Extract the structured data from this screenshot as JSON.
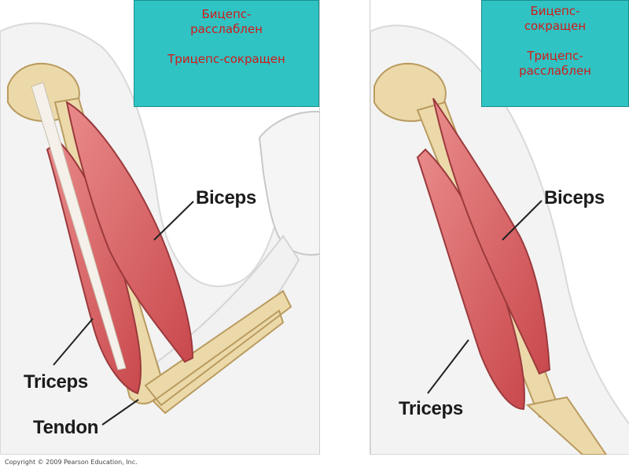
{
  "left_panel": {
    "caption": {
      "line1": "Бицепс-",
      "line2": "расслаблен",
      "line3": "Трицепс-сокращен"
    },
    "labels": {
      "biceps": "Biceps",
      "triceps": "Triceps",
      "tendon": "Tendon"
    }
  },
  "right_panel": {
    "caption": {
      "line1": "Бицепс-",
      "line2": "сокращен",
      "line3": "Трицепс-",
      "line4": "расслаблен"
    },
    "labels": {
      "biceps": "Biceps",
      "triceps": "Triceps"
    }
  },
  "copyright": "Copyright © 2009 Pearson Education, Inc.",
  "colors": {
    "caption_bg": "#2fc3c3",
    "caption_text": "#d11a1a",
    "muscle": "#d9676a",
    "bone": "#ecd9aa",
    "skin": "#f2f2f2"
  }
}
